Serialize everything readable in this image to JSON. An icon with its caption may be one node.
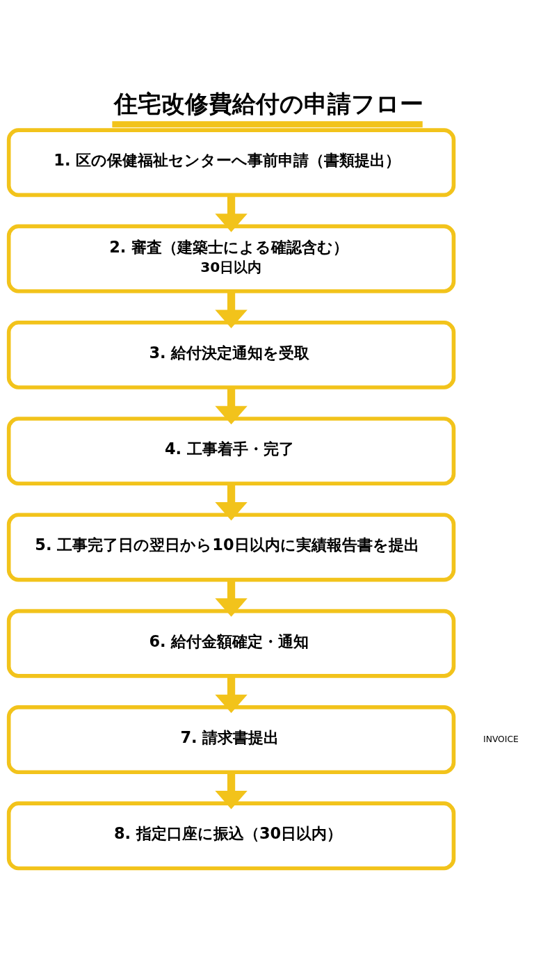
{
  "diagram": {
    "title": "住宅改修費給付の申請フロー",
    "nodes": [
      {
        "text": [
          "1. 区の保健福祉センターへ事前申請（書類提出）"
        ]
      },
      {
        "text": [
          "2. 審査（建築士による確認含む）",
          "30日以内"
        ]
      },
      {
        "text": [
          "3. 給付決定通知を受取"
        ]
      },
      {
        "text": [
          "4. 工事着手・完了"
        ]
      },
      {
        "text": [
          "5. 工事完了日の翌日から10日以内に実績報告書を提出"
        ]
      },
      {
        "text": [
          "6. 給付金額確定・通知"
        ]
      },
      {
        "text": [
          "7. 請求書提出"
        ]
      },
      {
        "text": [
          "8. 指定口座に振込（30日以内）"
        ]
      }
    ],
    "edges": [
      {
        "from": 0,
        "to": 1,
        "arrow": "to"
      },
      {
        "from": 1,
        "to": 2,
        "arrow": "to"
      },
      {
        "from": 2,
        "to": 3,
        "arrow": "to"
      },
      {
        "from": 3,
        "to": 4,
        "arrow": "to"
      },
      {
        "from": 4,
        "to": 5,
        "arrow": "to"
      },
      {
        "from": 5,
        "to": 6,
        "arrow": "to"
      },
      {
        "from": 6,
        "to": 7,
        "arrow": "to"
      }
    ],
    "labels": [
      "INVOICE"
    ]
  }
}
